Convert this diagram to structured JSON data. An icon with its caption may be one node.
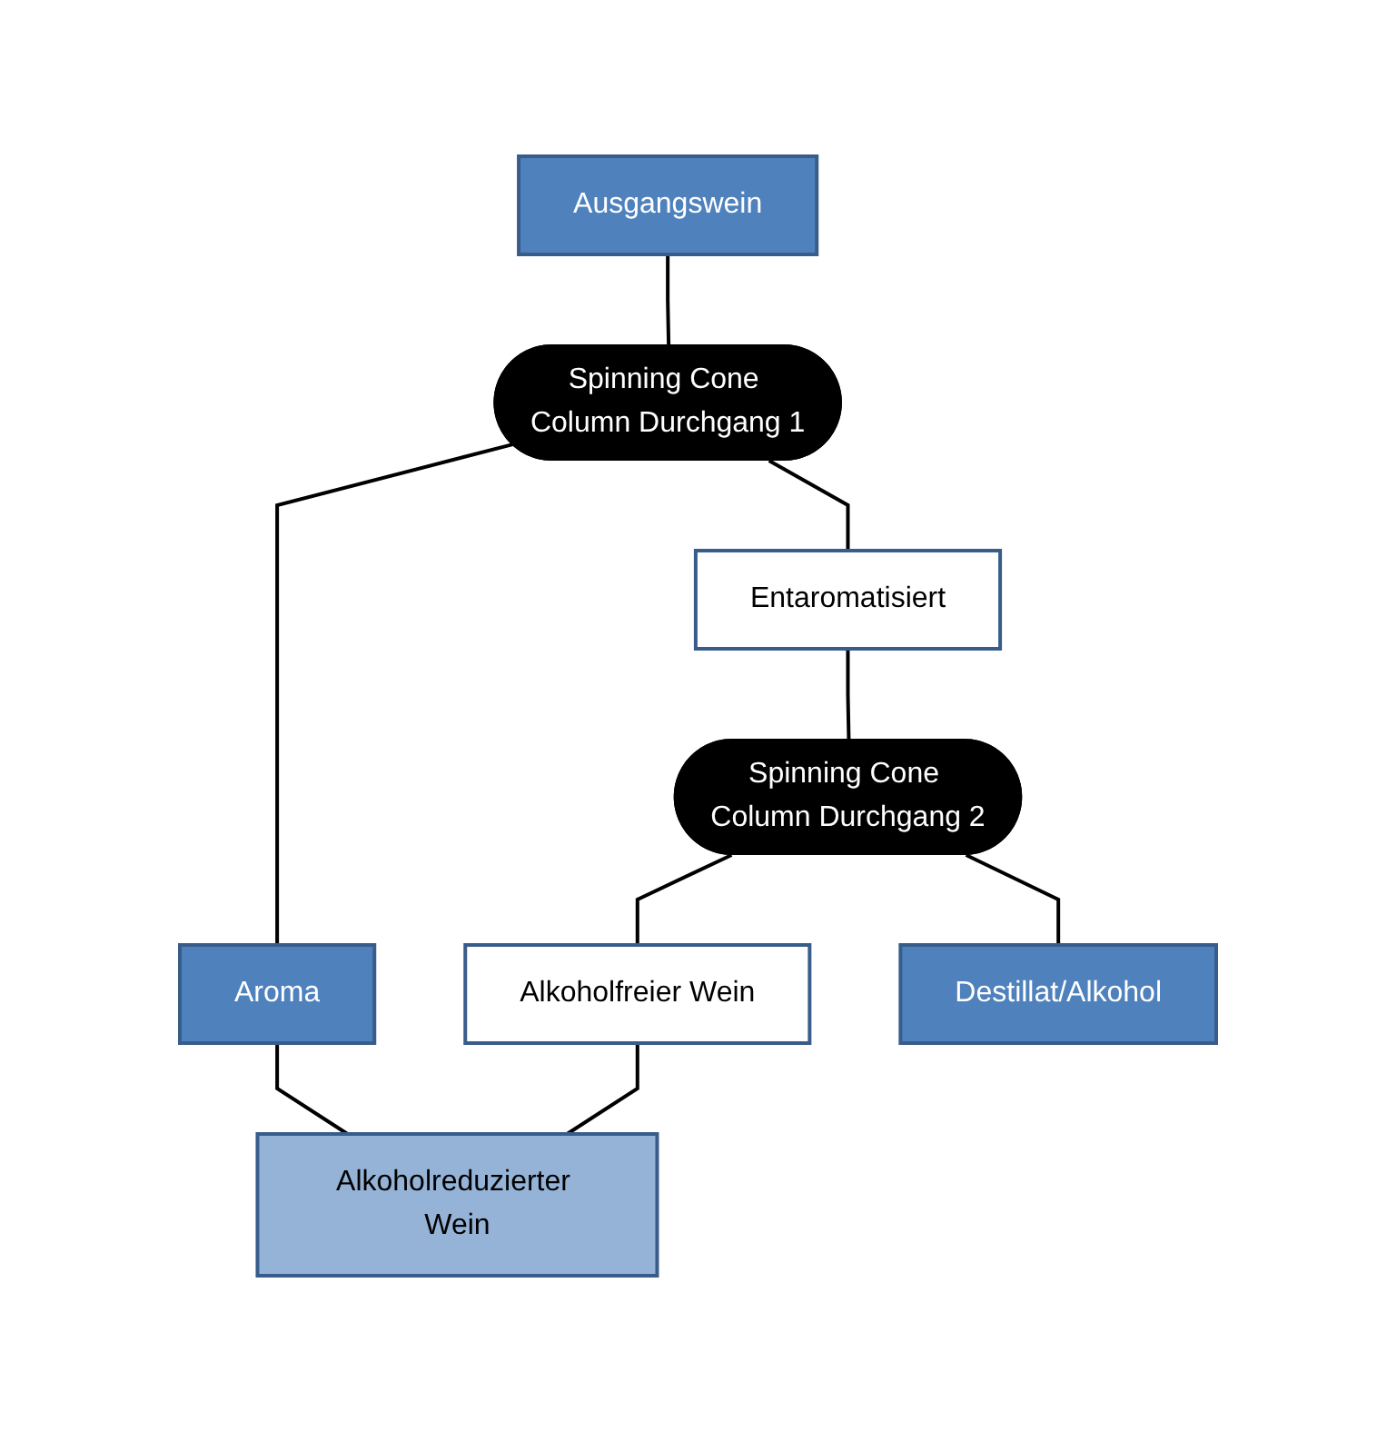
{
  "diagram": {
    "nodes": [
      {
        "text": [
          "Ausgangswein"
        ]
      },
      {
        "text": [
          "Spinning Cone Column Durchgang 1"
        ]
      },
      {
        "text": [
          "Aroma"
        ]
      },
      {
        "text": [
          "Entaromatisiert"
        ]
      },
      {
        "text": [
          "Spinning Cone Column Durchgang 2"
        ]
      },
      {
        "text": [
          "Alkoholfreier Wein"
        ]
      },
      {
        "text": [
          "Destillat/Alkohol"
        ]
      },
      {
        "text": [
          "Alkoholreduzierter Wein"
        ]
      }
    ],
    "edges": [
      {
        "from": 0,
        "to": 1,
        "arrow": "none"
      },
      {
        "from": 1,
        "to": 2,
        "arrow": "none"
      },
      {
        "from": 1,
        "to": 3,
        "arrow": "none"
      },
      {
        "from": 3,
        "to": 4,
        "arrow": "none"
      },
      {
        "from": 4,
        "to": 5,
        "arrow": "none"
      },
      {
        "from": 4,
        "to": 6,
        "arrow": "none"
      },
      {
        "from": 2,
        "to": 7,
        "arrow": "none"
      },
      {
        "from": 5,
        "to": 7,
        "arrow": "none"
      }
    ]
  }
}
